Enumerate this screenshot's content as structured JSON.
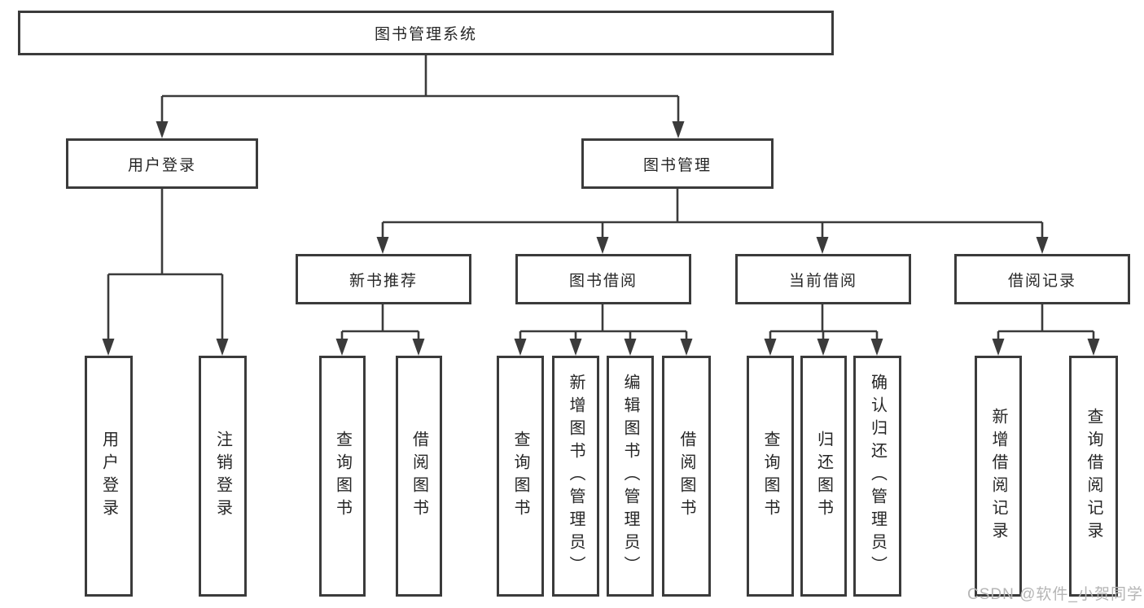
{
  "root": {
    "label": "图书管理系统"
  },
  "branches": [
    {
      "label": "用户登录",
      "children": [
        {
          "label": "用户登录"
        },
        {
          "label": "注销登录"
        }
      ]
    },
    {
      "label": "图书管理",
      "children": [
        {
          "label": "新书推荐",
          "children": [
            {
              "label": "查询图书"
            },
            {
              "label": "借阅图书"
            }
          ]
        },
        {
          "label": "图书借阅",
          "children": [
            {
              "label": "查询图书"
            },
            {
              "label": "新增图书（管理员）"
            },
            {
              "label": "编辑图书（管理员）"
            },
            {
              "label": "借阅图书"
            }
          ]
        },
        {
          "label": "当前借阅",
          "children": [
            {
              "label": "查询图书"
            },
            {
              "label": "归还图书"
            },
            {
              "label": "确认归还（管理员）"
            }
          ]
        },
        {
          "label": "借阅记录",
          "children": [
            {
              "label": "新增借阅记录"
            },
            {
              "label": "查询借阅记录"
            }
          ]
        }
      ]
    }
  ],
  "watermark": {
    "text": "CSDN @软件_小贺同学"
  },
  "colors": {
    "line": "#3b3b3b",
    "box_border": "#3b3b3b",
    "text": "#262626",
    "background": "#ffffff",
    "watermark": "#b5b5b5"
  }
}
